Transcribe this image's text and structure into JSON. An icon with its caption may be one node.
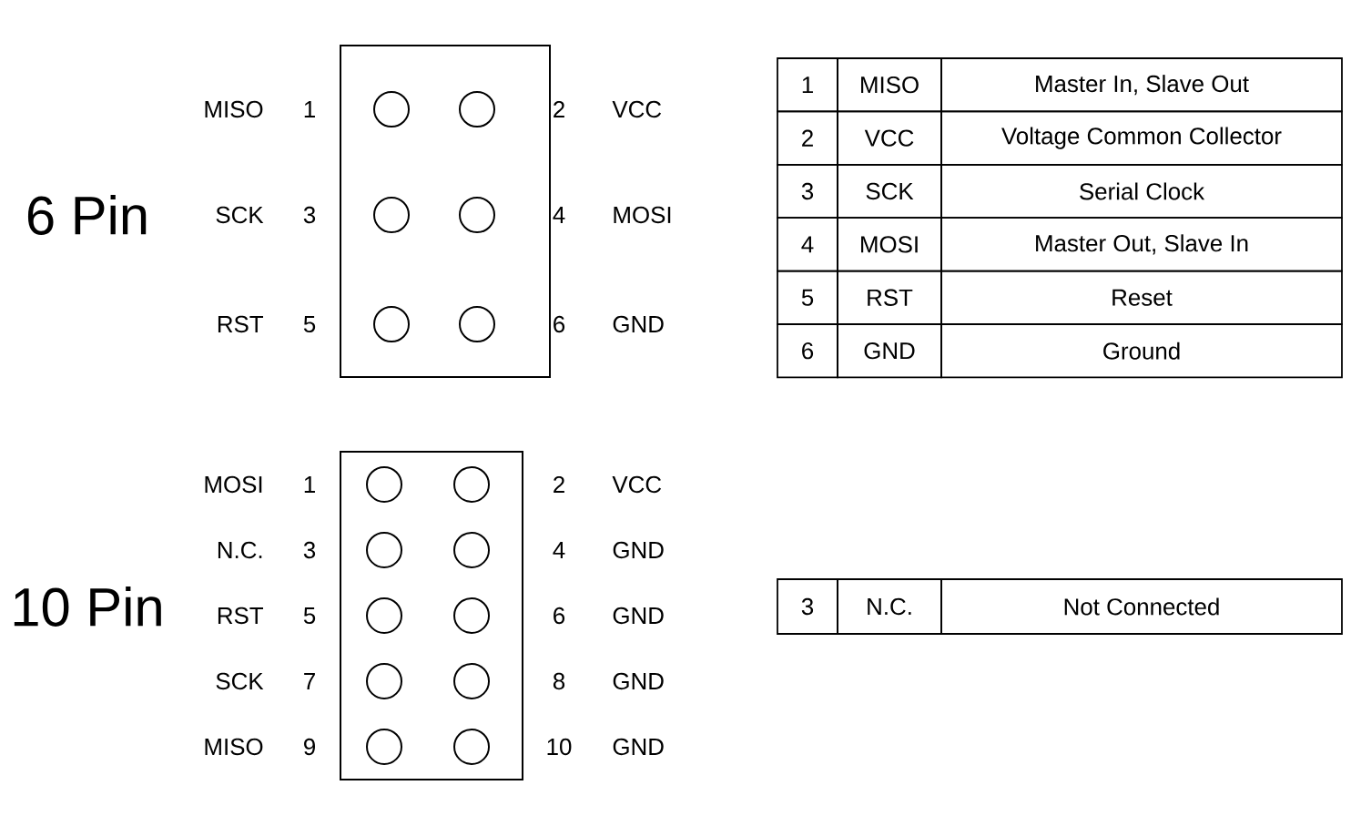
{
  "diagram": {
    "labels": [
      "6 Pin",
      "MISO",
      "1",
      "2",
      "VCC",
      "SCK",
      "3",
      "4",
      "MOSI",
      "RST",
      "5",
      "6",
      "GND",
      "1",
      "MISO",
      "Master In, Slave Out",
      "2",
      "VCC",
      "Voltage Common Collector",
      "3",
      "SCK",
      "Serial Clock",
      "4",
      "MOSI",
      "Master Out, Slave In",
      "5",
      "RST",
      "Reset",
      "6",
      "GND",
      "Ground",
      "10 Pin",
      "MOSI",
      "1",
      "2",
      "VCC",
      "N.C.",
      "3",
      "4",
      "GND",
      "RST",
      "5",
      "6",
      "GND",
      "SCK",
      "7",
      "8",
      "GND",
      "MISO",
      "9",
      "10",
      "GND",
      "3",
      "N.C.",
      "Not Connected"
    ]
  }
}
